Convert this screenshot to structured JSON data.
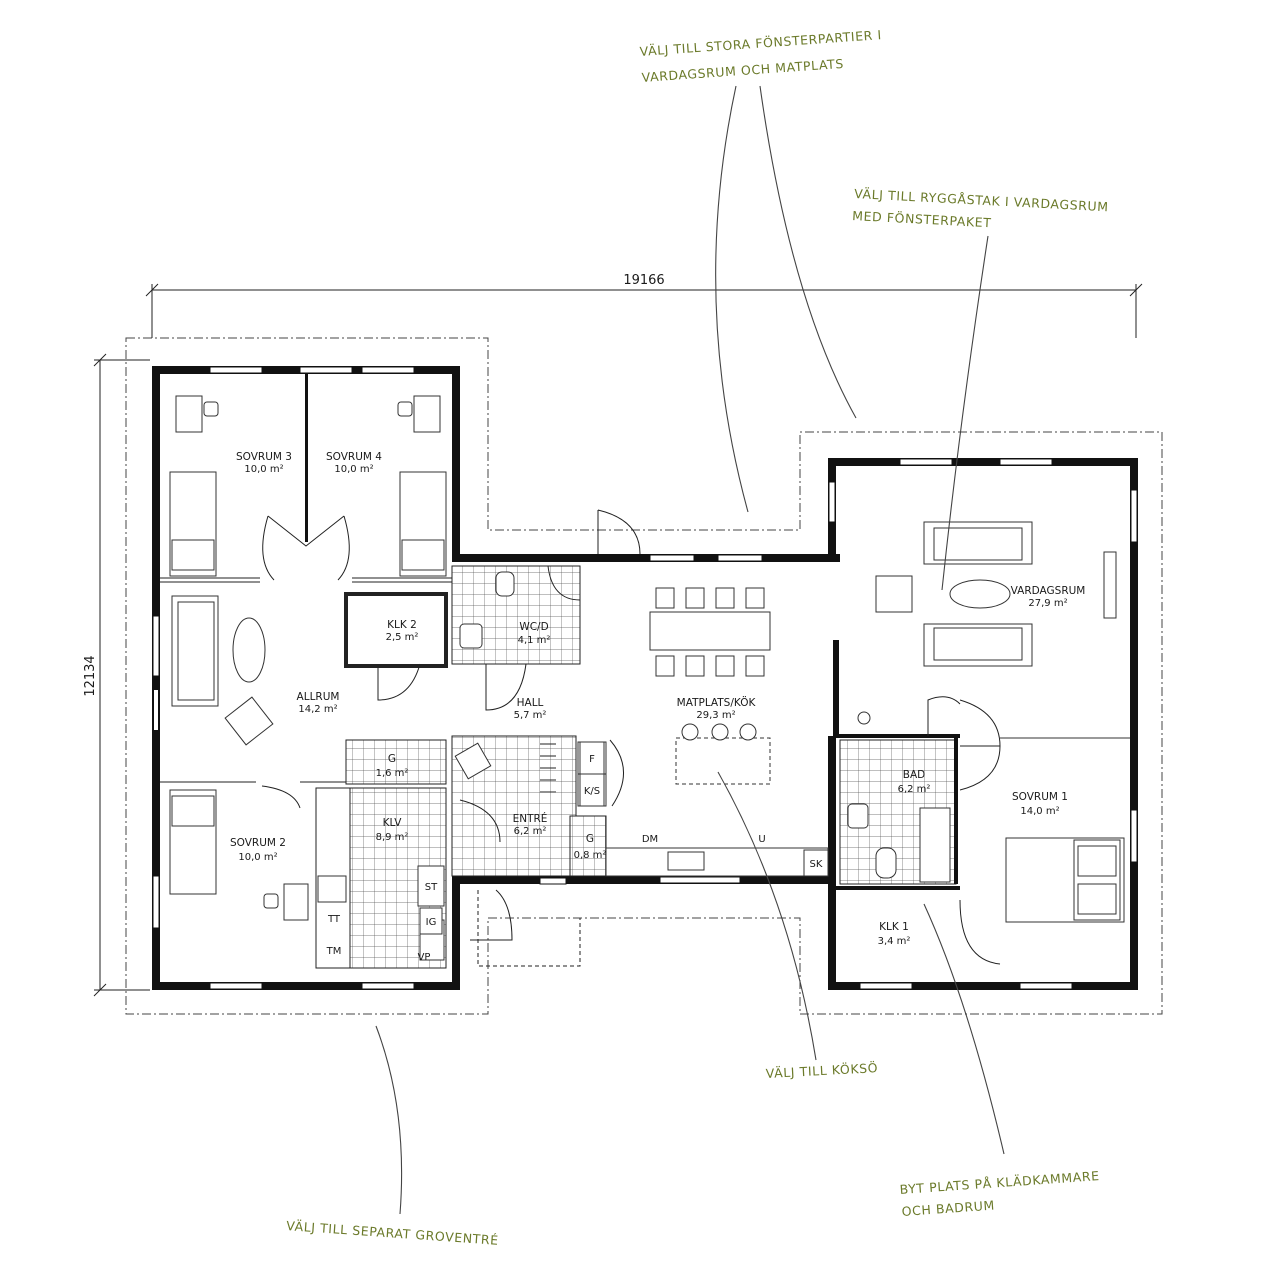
{
  "dimensions": {
    "width": "19166",
    "depth": "12134"
  },
  "rooms": [
    {
      "id": "sovrum3",
      "name": "SOVRUM 3",
      "area": "10,0 m²"
    },
    {
      "id": "sovrum4",
      "name": "SOVRUM 4",
      "area": "10,0 m²"
    },
    {
      "id": "klk2",
      "name": "KLK 2",
      "area": "2,5 m²"
    },
    {
      "id": "wc",
      "name": "WC/D",
      "area": "4,1 m²"
    },
    {
      "id": "allrum",
      "name": "ALLRUM",
      "area": "14,2 m²"
    },
    {
      "id": "hall",
      "name": "HALL",
      "area": "5,7 m²"
    },
    {
      "id": "matplats",
      "name": "MATPLATS/KÖK",
      "area": "29,3 m²"
    },
    {
      "id": "vardagsrum",
      "name": "VARDAGSRUM",
      "area": "27,9 m²"
    },
    {
      "id": "g1",
      "name": "G",
      "area": "1,6 m²"
    },
    {
      "id": "klv",
      "name": "KLV",
      "area": "8,9 m²"
    },
    {
      "id": "entre",
      "name": "ENTRÉ",
      "area": "6,2 m²"
    },
    {
      "id": "g2",
      "name": "G",
      "area": "0,8 m²"
    },
    {
      "id": "sovrum2",
      "name": "SOVRUM 2",
      "area": "10,0 m²"
    },
    {
      "id": "bad",
      "name": "BAD",
      "area": "6,2 m²"
    },
    {
      "id": "sovrum1",
      "name": "SOVRUM 1",
      "area": "14,0 m²"
    },
    {
      "id": "klk1",
      "name": "KLK 1",
      "area": "3,4 m²"
    }
  ],
  "fixtures": {
    "f": "F",
    "ks": "K/S",
    "dm": "DM",
    "u": "U",
    "sk": "SK",
    "st": "ST",
    "tt": "TT",
    "ig": "IG",
    "tm": "TM",
    "vp": "VP"
  },
  "notes": {
    "windows_1": "VÄLJ TILL STORA FÖNSTERPARTIER I",
    "windows_2": "VARDAGSRUM OCH MATPLATS",
    "roof_1": "VÄLJ TILL RYGGÅSTAK I VARDAGSRUM",
    "roof_2": "MED FÖNSTERPAKET",
    "island": "VÄLJ TILL KÖKSÖ",
    "swap_1": "BYT PLATS PÅ KLÄDKAMMARE",
    "swap_2": "OCH BADRUM",
    "entrance": "VÄLJ TILL SEPARAT GROVENTRÉ"
  },
  "colors": {
    "wall": "#111111",
    "note": "#6b7a2a",
    "line": "#222222"
  }
}
